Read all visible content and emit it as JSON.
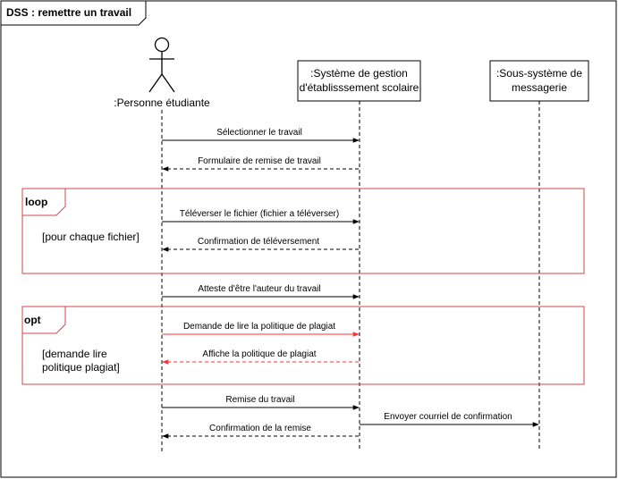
{
  "frame": {
    "title": "DSS : remettre un travail"
  },
  "participants": [
    {
      "id": "actor",
      "kind": "actor",
      "label": ":Personne étudiante"
    },
    {
      "id": "system",
      "kind": "box",
      "label_lines": [
        ":Système de gestion",
        "d'établisssement scolaire"
      ]
    },
    {
      "id": "messaging",
      "kind": "box",
      "label_lines": [
        ":Sous-système de",
        "messagerie"
      ]
    }
  ],
  "fragments": [
    {
      "id": "loop",
      "operator": "loop",
      "guard": "[pour chaque fichier]",
      "guard_lines": [
        "[pour chaque fichier]"
      ],
      "color": "#d6444a"
    },
    {
      "id": "opt",
      "operator": "opt",
      "guard": "[demande lire politique plagiat]",
      "guard_lines": [
        "[demande lire",
        "politique plagiat]"
      ],
      "color": "#d6444a"
    }
  ],
  "messages": [
    {
      "id": "m1",
      "label": "Sélectionner le travail",
      "from": "actor",
      "to": "system",
      "type": "sync",
      "color": "#000000"
    },
    {
      "id": "m2",
      "label": "Formulaire de remise de travail",
      "from": "system",
      "to": "actor",
      "type": "return",
      "color": "#000000"
    },
    {
      "id": "m3",
      "label": "Téléverser le fichier (fichier a téléverser)",
      "from": "actor",
      "to": "system",
      "type": "sync",
      "color": "#000000"
    },
    {
      "id": "m4",
      "label": "Confirmation de téléversement",
      "from": "system",
      "to": "actor",
      "type": "return",
      "color": "#000000"
    },
    {
      "id": "m5",
      "label": "Atteste d'être l'auteur du travail",
      "from": "actor",
      "to": "system",
      "type": "sync",
      "color": "#000000"
    },
    {
      "id": "m6",
      "label": "Demande de lire la politique de plagiat",
      "from": "actor",
      "to": "system",
      "type": "sync",
      "color": "#ff3333"
    },
    {
      "id": "m7",
      "label": "Affiche la politique de plagiat",
      "from": "system",
      "to": "actor",
      "type": "return",
      "color": "#ff3333"
    },
    {
      "id": "m8",
      "label": "Remise du travail",
      "from": "actor",
      "to": "system",
      "type": "sync",
      "color": "#000000"
    },
    {
      "id": "m9",
      "label": "Envoyer courriel de confirmation",
      "from": "system",
      "to": "messaging",
      "type": "sync",
      "color": "#000000"
    },
    {
      "id": "m10",
      "label": "Confirmation de la remise",
      "from": "system",
      "to": "actor",
      "type": "return",
      "color": "#000000"
    }
  ]
}
